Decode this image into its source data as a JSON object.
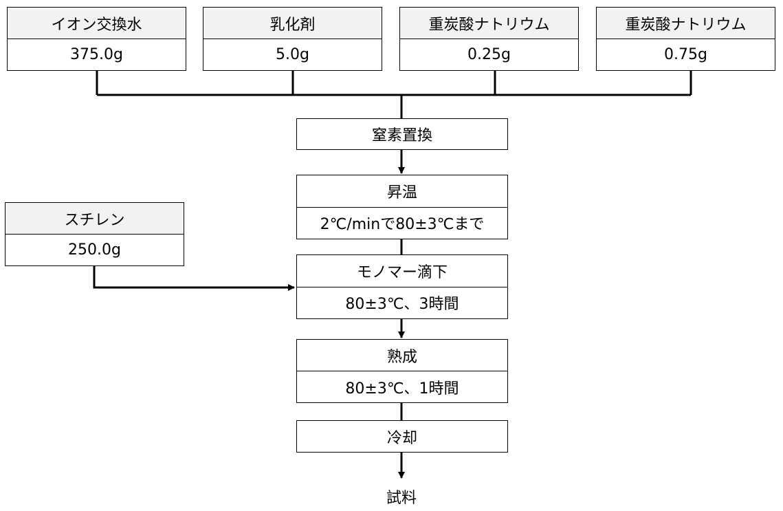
{
  "inputs": [
    {
      "name": "イオン交換水",
      "amount": "375.0g"
    },
    {
      "name": "乳化剤",
      "amount": "5.0g"
    },
    {
      "name": "重炭酸ナトリウム",
      "amount": "0.25g"
    },
    {
      "name": "重炭酸ナトリウム",
      "amount": "0.75g"
    }
  ],
  "side_input": {
    "name": "スチレン",
    "amount": "250.0g"
  },
  "steps": [
    {
      "name": "窒素置換"
    },
    {
      "name": "昇温",
      "condition": "2℃/minで80±3℃まで"
    },
    {
      "name": "モノマー滴下",
      "condition": "80±3℃、3時間"
    },
    {
      "name": "熟成",
      "condition": "80±3℃、1時間"
    },
    {
      "name": "冷却"
    }
  ],
  "output": "試料"
}
